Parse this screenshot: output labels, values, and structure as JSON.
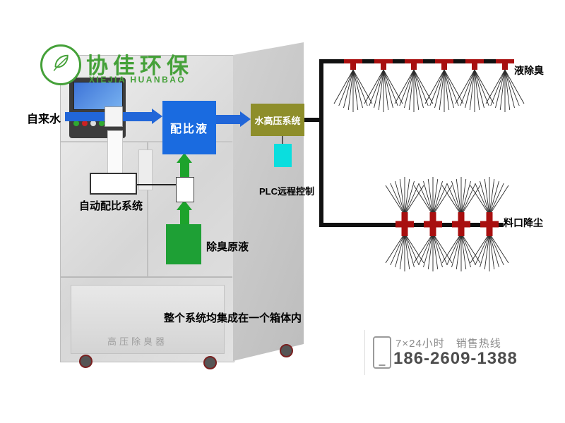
{
  "brand": {
    "name": "协佳环保",
    "name_en": "XIEJIA HUANBAO",
    "color": "#45a139"
  },
  "flow": {
    "tap_water": "自来水",
    "mix_liquid": "配比液",
    "high_pressure_system": "水高压系统",
    "plc_label": "PLC远程控制",
    "auto_mix_system": "自动配比系统",
    "deodorant_stock": "除臭原液",
    "cabinet_note": "整个系统均集成在一个箱体内",
    "machine_label": "高压除臭器"
  },
  "sprays": {
    "top_label": "液除臭",
    "top_count": 6,
    "bottom_label": "料口降尘",
    "bottom_count": 4
  },
  "contact": {
    "hotline_label": "7×24小时　销售热线",
    "phone": "186-2609-1388"
  },
  "colors": {
    "brand_green": "#45a139",
    "flow_blue": "#1a6be0",
    "arrow_blue": "#2166d8",
    "olive": "#8e8e2b",
    "cyan": "#0adede",
    "green_box": "#1ea035",
    "arrow_green": "#1da32c",
    "nozzle_red": "#a80f0f",
    "pipe_black": "#111111"
  }
}
